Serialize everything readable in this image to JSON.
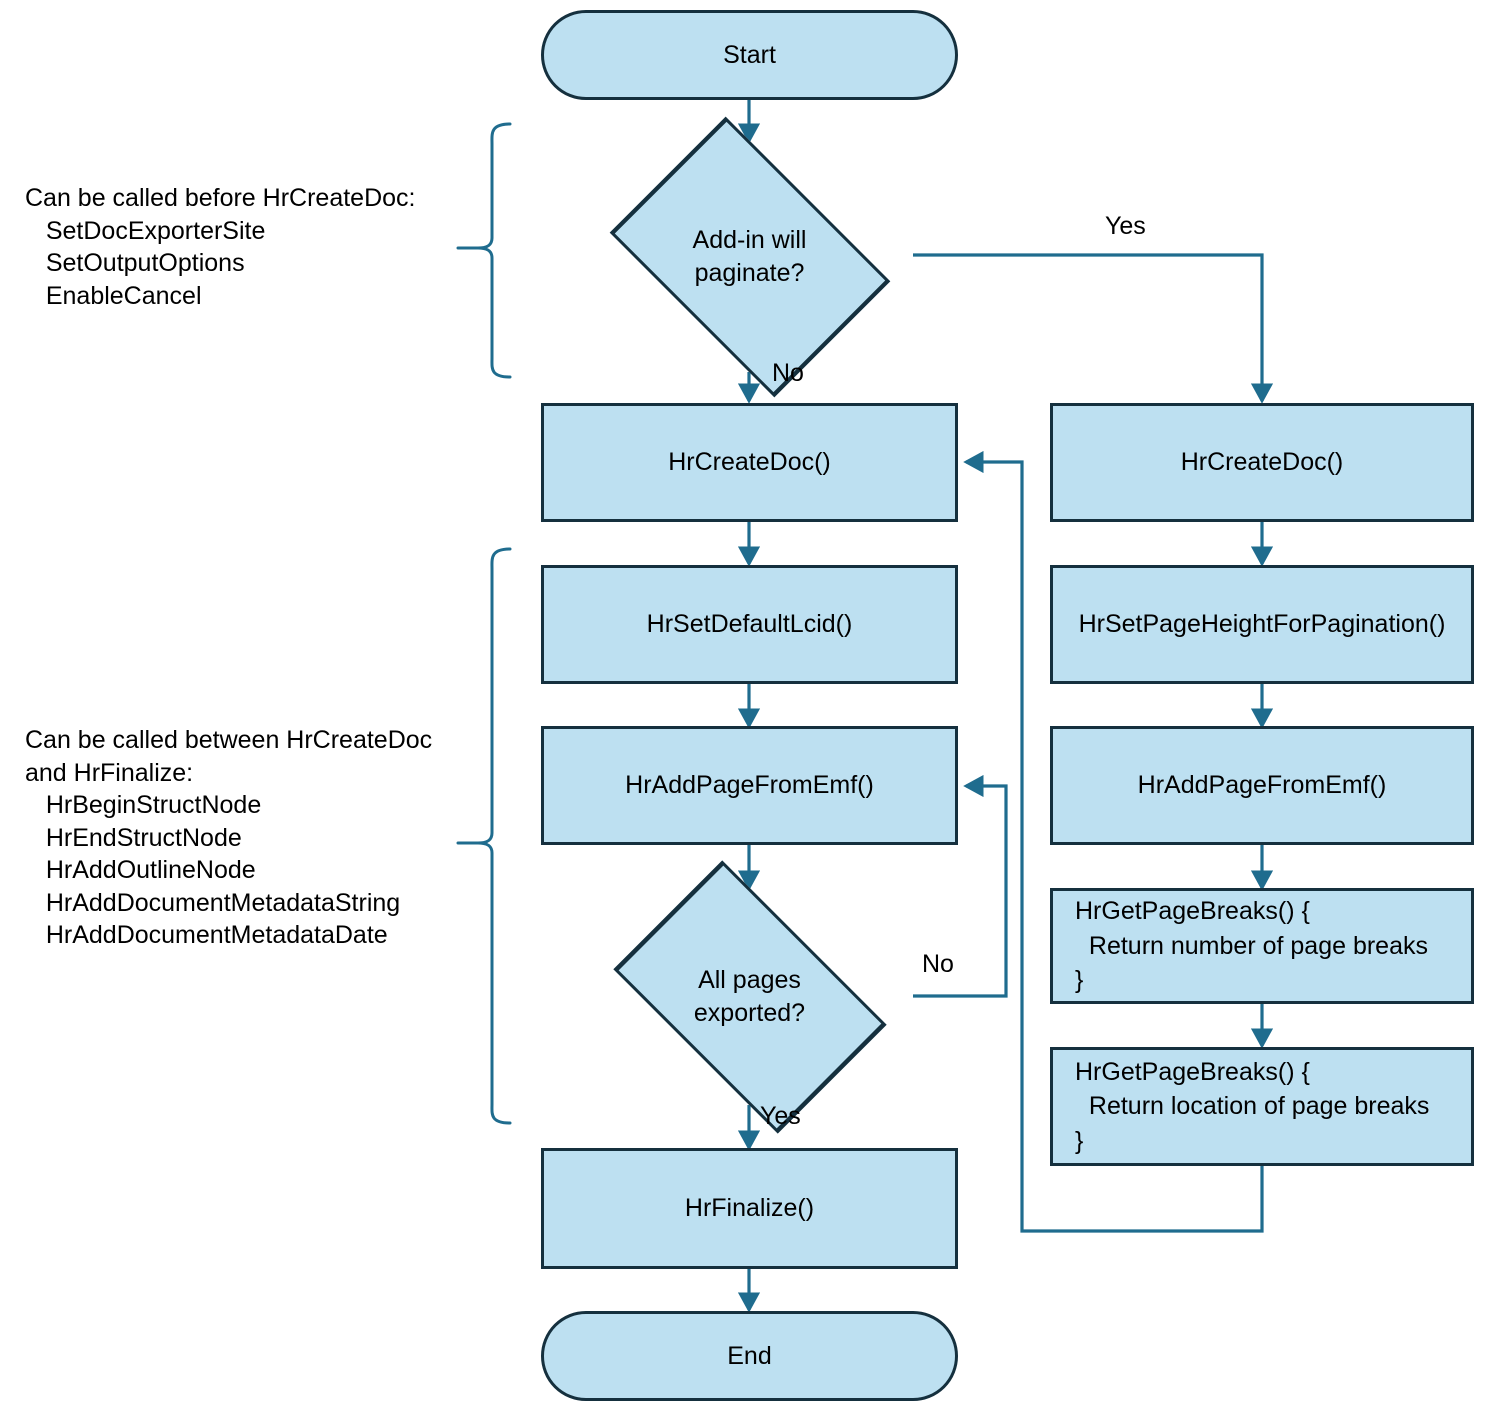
{
  "diagram": {
    "type": "flowchart",
    "title": "Document exporter add-in API call sequence",
    "colors": {
      "node_fill": "#BDE0F1",
      "node_border": "#15303E",
      "connector": "#1F6C8E",
      "brace": "#1F6C8E",
      "text": "#000000",
      "background": "#FFFFFF"
    }
  },
  "annotations": [
    {
      "id": "before-hrcreatedoc",
      "heading": "Can be called before HrCreateDoc:",
      "items": [
        "SetDocExporterSite",
        "SetOutputOptions",
        "EnableCancel"
      ],
      "text": "Can be called before HrCreateDoc:\n   SetDocExporterSite\n   SetOutputOptions\n   EnableCancel"
    },
    {
      "id": "between-hrcreatedoc-hrfinalize",
      "heading": "Can be called between HrCreateDoc and HrFinalize:",
      "items": [
        "HrBeginStructNode",
        "HrEndStructNode",
        "HrAddOutlineNode",
        "HrAddDocumentMetadataString",
        "HrAddDocumentMetadataDate"
      ],
      "text": "Can be called between HrCreateDoc\nand HrFinalize:\n   HrBeginStructNode\n   HrEndStructNode\n   HrAddOutlineNode\n   HrAddDocumentMetadataString\n   HrAddDocumentMetadataDate"
    }
  ],
  "nodes": {
    "start": {
      "label": "Start",
      "shape": "terminator"
    },
    "decision_paginate": {
      "label": "Add-in will\npaginate?",
      "shape": "diamond"
    },
    "create_doc_left": {
      "label": "HrCreateDoc()",
      "shape": "process"
    },
    "create_doc_right": {
      "label": "HrCreateDoc()",
      "shape": "process"
    },
    "set_default_lcid": {
      "label": "HrSetDefaultLcid()",
      "shape": "process"
    },
    "set_page_height": {
      "label": "HrSetPageHeightForPagination()",
      "shape": "process"
    },
    "add_page_left": {
      "label": "HrAddPageFromEmf()",
      "shape": "process"
    },
    "add_page_right": {
      "label": "HrAddPageFromEmf()",
      "shape": "process"
    },
    "get_breaks_number": {
      "label": "HrGetPageBreaks() {\n  Return number of page breaks\n}",
      "shape": "process"
    },
    "get_breaks_location": {
      "label": "HrGetPageBreaks() {\n  Return location of page breaks\n}",
      "shape": "process"
    },
    "decision_all_pages": {
      "label": "All pages\nexported?",
      "shape": "diamond"
    },
    "finalize": {
      "label": "HrFinalize()",
      "shape": "process"
    },
    "end": {
      "label": "End",
      "shape": "terminator"
    }
  },
  "edge_labels": {
    "paginate_yes": "Yes",
    "paginate_no": "No",
    "all_pages_no": "No",
    "all_pages_yes": "Yes"
  },
  "edges": [
    {
      "from": "start",
      "to": "decision_paginate",
      "label": ""
    },
    {
      "from": "decision_paginate",
      "to": "create_doc_right",
      "label": "Yes"
    },
    {
      "from": "decision_paginate",
      "to": "create_doc_left",
      "label": "No"
    },
    {
      "from": "create_doc_left",
      "to": "set_default_lcid",
      "label": ""
    },
    {
      "from": "set_default_lcid",
      "to": "add_page_left",
      "label": ""
    },
    {
      "from": "add_page_left",
      "to": "decision_all_pages",
      "label": ""
    },
    {
      "from": "decision_all_pages",
      "to": "add_page_left",
      "label": "No"
    },
    {
      "from": "decision_all_pages",
      "to": "finalize",
      "label": "Yes"
    },
    {
      "from": "finalize",
      "to": "end",
      "label": ""
    },
    {
      "from": "create_doc_right",
      "to": "set_page_height",
      "label": ""
    },
    {
      "from": "set_page_height",
      "to": "add_page_right",
      "label": ""
    },
    {
      "from": "add_page_right",
      "to": "get_breaks_number",
      "label": ""
    },
    {
      "from": "get_breaks_number",
      "to": "get_breaks_location",
      "label": ""
    },
    {
      "from": "get_breaks_location",
      "to": "create_doc_left",
      "label": ""
    }
  ]
}
